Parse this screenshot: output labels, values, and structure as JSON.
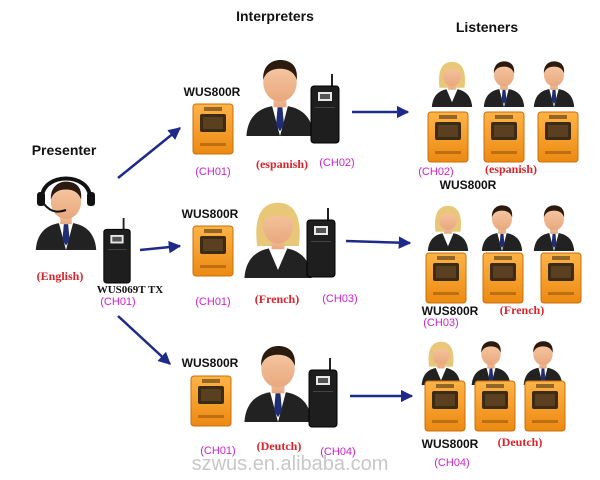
{
  "header": {
    "interpreters": "Interpreters",
    "listeners": "Listeners"
  },
  "presenter": {
    "title": "Presenter",
    "language": "(English)",
    "transmitter": "WUS069T TX",
    "channel": "(CH01)"
  },
  "interpreters": [
    {
      "receiver": "WUS800R",
      "receive_channel": "(CH01)",
      "language": "(espanish)",
      "transmit_channel": "(CH02)"
    },
    {
      "receiver": "WUS800R",
      "receive_channel": "(CH01)",
      "language": "(French)",
      "transmit_channel": "(CH03)"
    },
    {
      "receiver": "WUS800R",
      "receive_channel": "(CH01)",
      "language": "(Deutch)",
      "transmit_channel": "(CH04)"
    }
  ],
  "listener_groups": [
    {
      "channel": "(CH02)",
      "language": "(espanish)",
      "receiver": "WUS800R"
    },
    {
      "channel": "(CH03)",
      "language": "(French)",
      "receiver": "WUS800R"
    },
    {
      "channel": "(CH04)",
      "language": "(Deutch)",
      "receiver": "WUS800R"
    }
  ],
  "watermark": "szwus.en.alibaba.com",
  "colors": {
    "arrow": "#1e2a8a",
    "channel": "#cc22cc",
    "language": "#d8232a",
    "device_orange": "#f59a23",
    "device_black": "#1e1e1e"
  },
  "icons": [
    "person-icon",
    "headset-icon",
    "receiver-device-icon",
    "transmitter-device-icon",
    "arrow-icon"
  ]
}
